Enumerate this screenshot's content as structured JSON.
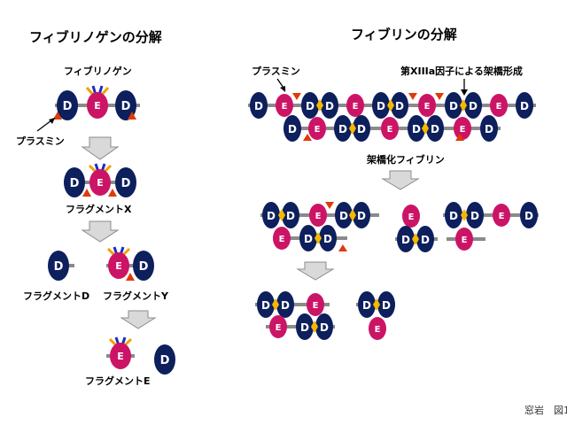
{
  "left_panel": {
    "title": "フィブリノゲンの分解",
    "molecule_label": "フィブリノゲン",
    "enzyme_label": "プラスミン",
    "fragment_x": "フラグメントX",
    "fragment_d": "フラグメントD",
    "fragment_y": "フラグメントY",
    "fragment_e": "フラグメントE"
  },
  "right_panel": {
    "title": "フィブリンの分解",
    "enzyme_label": "プラスミン",
    "crosslink_label": "第XIIIa因子による架橋形成",
    "crosslinked_label": "架橋化フィブリン"
  },
  "domains": {
    "d": "D",
    "e": "E"
  },
  "credit": "窓岩　図1",
  "colors": {
    "d_domain": "#0d1f5c",
    "e_domain": "#cc1466",
    "crosslink": "#f5b800",
    "plasmin": "#e03a0a",
    "rod": "#8a8a8a",
    "arrow_fill": "#d9d9d9",
    "arrow_stroke": "#8c8c8c",
    "chain_orange": "#f5a000",
    "chain_blue": "#1f2dbf"
  }
}
